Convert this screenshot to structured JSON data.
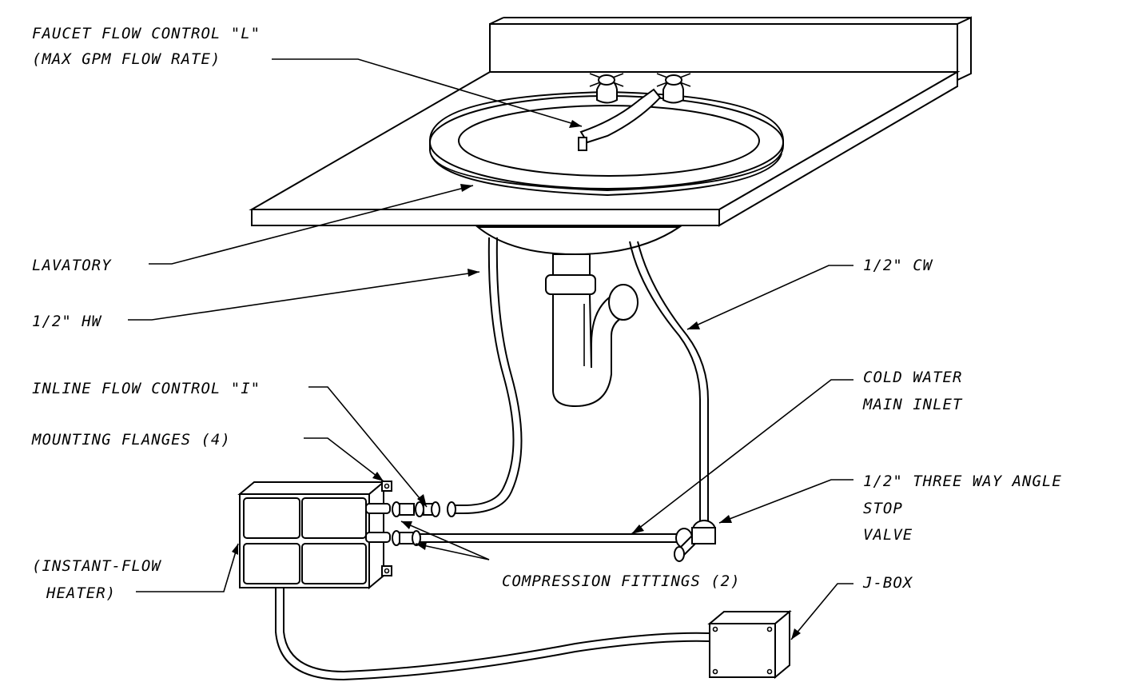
{
  "labels": {
    "faucet_flow_control_line1": "FAUCET FLOW CONTROL \"L\"",
    "faucet_flow_control_line2": "(MAX GPM FLOW RATE)",
    "lavatory": "LAVATORY",
    "hot_water": "1/2\" HW",
    "cold_water": "1/2\" CW",
    "inline_flow_control": "INLINE FLOW CONTROL \"I\"",
    "mounting_flanges": "MOUNTING FLANGES (4)",
    "cold_water_main_line1": "COLD WATER",
    "cold_water_main_line2": "MAIN INLET",
    "angle_stop_line1": "1/2\" THREE WAY ANGLE",
    "angle_stop_line2": "STOP",
    "angle_stop_line3": "VALVE",
    "heater_line1": "(INSTANT-FLOW",
    "heater_line2": "HEATER)",
    "compression_fittings": "COMPRESSION FITTINGS (2)",
    "jbox": "J-BOX"
  },
  "icons": [
    "faucet-icon",
    "sink-basin-icon",
    "p-trap-icon",
    "heater-unit-icon",
    "angle-stop-valve-icon",
    "junction-box-icon"
  ]
}
